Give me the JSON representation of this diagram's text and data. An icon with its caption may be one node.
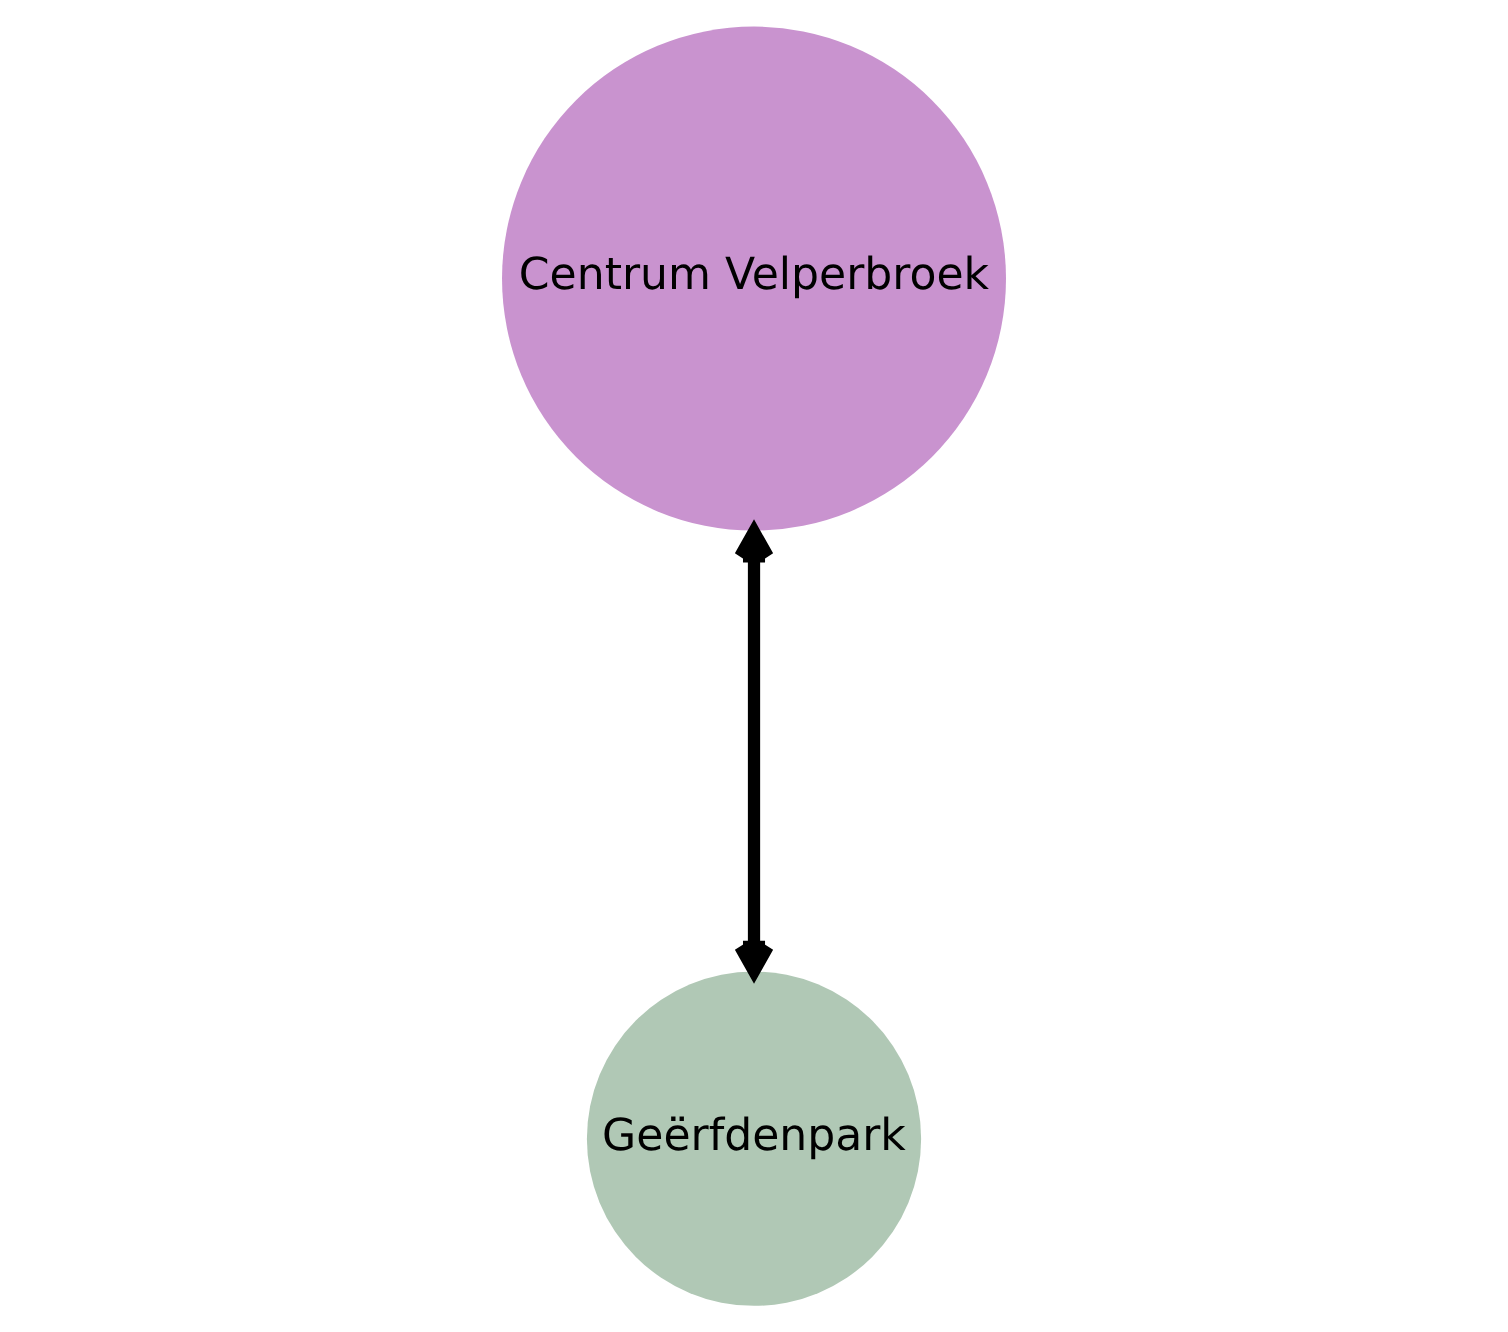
{
  "diagram": {
    "nodes": [
      {
        "text": [
          "Centrum Velperbroek"
        ]
      },
      {
        "text": [
          "Geërfdenpark"
        ]
      }
    ],
    "edges": [
      {
        "from": 0,
        "to": 1,
        "arrow": "both"
      }
    ]
  }
}
